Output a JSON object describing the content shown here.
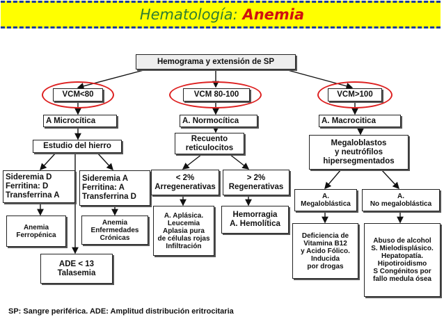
{
  "header": {
    "title_prefix": "Hematología: ",
    "title_main": "Anemia"
  },
  "nodes": {
    "root": "Hemograma y extensión de SP",
    "vcm_low": "VCM<80",
    "vcm_mid": "VCM 80-100",
    "vcm_high": "VCM>100",
    "micro": "A Microcítica",
    "normo": "A. Normocítica",
    "macro": "A. Macrocitica",
    "iron": "Estudio del hierro",
    "retic": "Recuento\nreticulocitos",
    "megaloblasts": "Megaloblastos\ny neutrófilos\nhipersegmentados",
    "sider_d": "Sideremia D\nFerritina: D\nTransferrina A",
    "sider_a": "Sideremia A\nFerritina: A\nTransferrina D",
    "lt2": "< 2%\nArregenerativas",
    "gt2": "> 2%\nRegenerativas",
    "megalo": "A.\nMegaloblástica",
    "nomegalo": "A.\nNo megaloblástica",
    "ferrop": "Anemia\nFerropénica",
    "chronic": "Anemia\nEnfermedades\nCrónicas",
    "aplastic": "A. Aplásica.\nLeucemia\nAplasia pura\nde células rojas\nInfiltración",
    "hemorr": "Hemorragia\nA. Hemolítica",
    "defic": "Deficiencia de\nVitamina B12\ny Acido Fólico.\nInducida\npor drogas",
    "alcohol": "Abuso de alcohol\nS. Mielodisplásico.\nHepatopatía.\nHipotiroidismo\nS Congénitos por\nfallo medula ósea",
    "ade": "ADE < 13\nTalasemia"
  },
  "footer": "SP: Sangre periférica. ADE: Amplitud distribución eritrocitaria"
}
